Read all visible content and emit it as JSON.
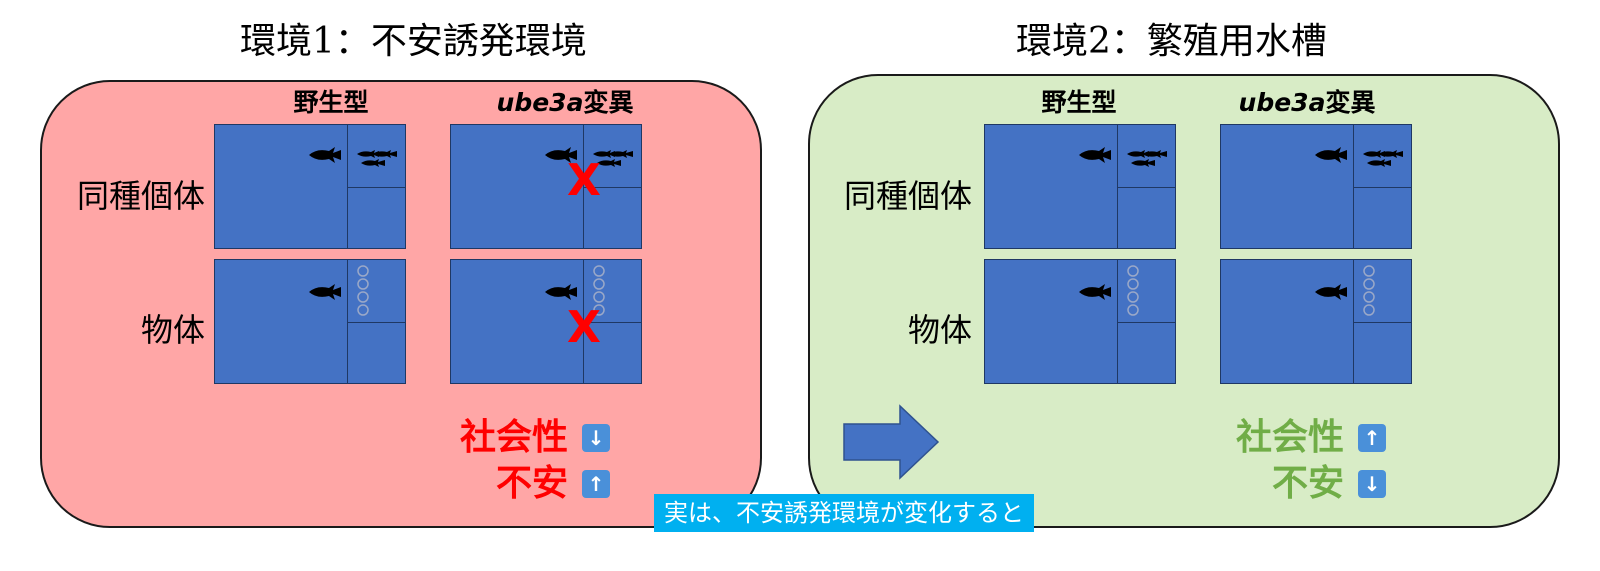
{
  "env1": {
    "title": "環境1：不安誘発環境",
    "col_wild": "野生型",
    "col_mutant_gene": "ube3a",
    "col_mutant_suffix": "変異",
    "row_conspecific": "同種個体",
    "row_object": "物体",
    "result_social": "社会性",
    "result_social_dir": "down",
    "result_anxiety": "不安",
    "result_anxiety_dir": "up",
    "panel_color": "#ffa6a6",
    "result_color": "#ff0000"
  },
  "env2": {
    "title": "環境2：繁殖用水槽",
    "col_wild": "野生型",
    "col_mutant_gene": "ube3a",
    "col_mutant_suffix": "変異",
    "row_conspecific": "同種個体",
    "row_object": "物体",
    "result_social": "社会性",
    "result_social_dir": "up",
    "result_anxiety": "不安",
    "result_anxiety_dir": "down",
    "panel_color": "#d8ecc6",
    "result_color": "#70ad47"
  },
  "glyphs": {
    "up": "↑",
    "down": "↓",
    "cross": "X"
  },
  "caption": "実は、不安誘発環境が変化すると",
  "colors": {
    "tank": "#4472c4",
    "arrow": "#4472c4",
    "caption_bg": "#00b0f0",
    "cross": "#ff0000"
  }
}
